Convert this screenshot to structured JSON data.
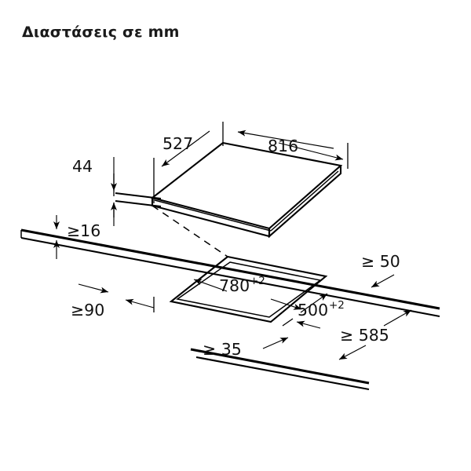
{
  "title": "Διαστάσεις σε mm",
  "units": "mm",
  "drawing": {
    "type": "isometric-installation-diagram",
    "subject": "cooktop-hob-worktop-cutout",
    "labels": {
      "depth_527": "527",
      "width_816": "816",
      "height_44": "44",
      "worktop_thickness_16": "≥16",
      "rear_clearance_90": "≥90",
      "cutout_width_780": "780",
      "cutout_width_780_tol": "+2",
      "cutout_depth_500": "500",
      "cutout_depth_500_tol": "+2",
      "side_clearance_50": "≥ 50",
      "front_clearance_35": "≥ 35",
      "min_cabinet_585": "≥ 585"
    }
  },
  "chart_data": {
    "type": "table",
    "title": "Διαστάσεις σε mm",
    "categories": [
      "816",
      "527",
      "44",
      "≥16",
      "≥90",
      "780+2",
      "500+2",
      "≥ 50",
      "≥ 35",
      "≥ 585"
    ],
    "values": [
      816,
      527,
      44,
      16,
      90,
      780,
      500,
      50,
      35,
      585
    ],
    "xlabel": "",
    "ylabel": "mm"
  },
  "colors": {
    "line": "#000000",
    "background": "#ffffff",
    "text": "#111111"
  }
}
